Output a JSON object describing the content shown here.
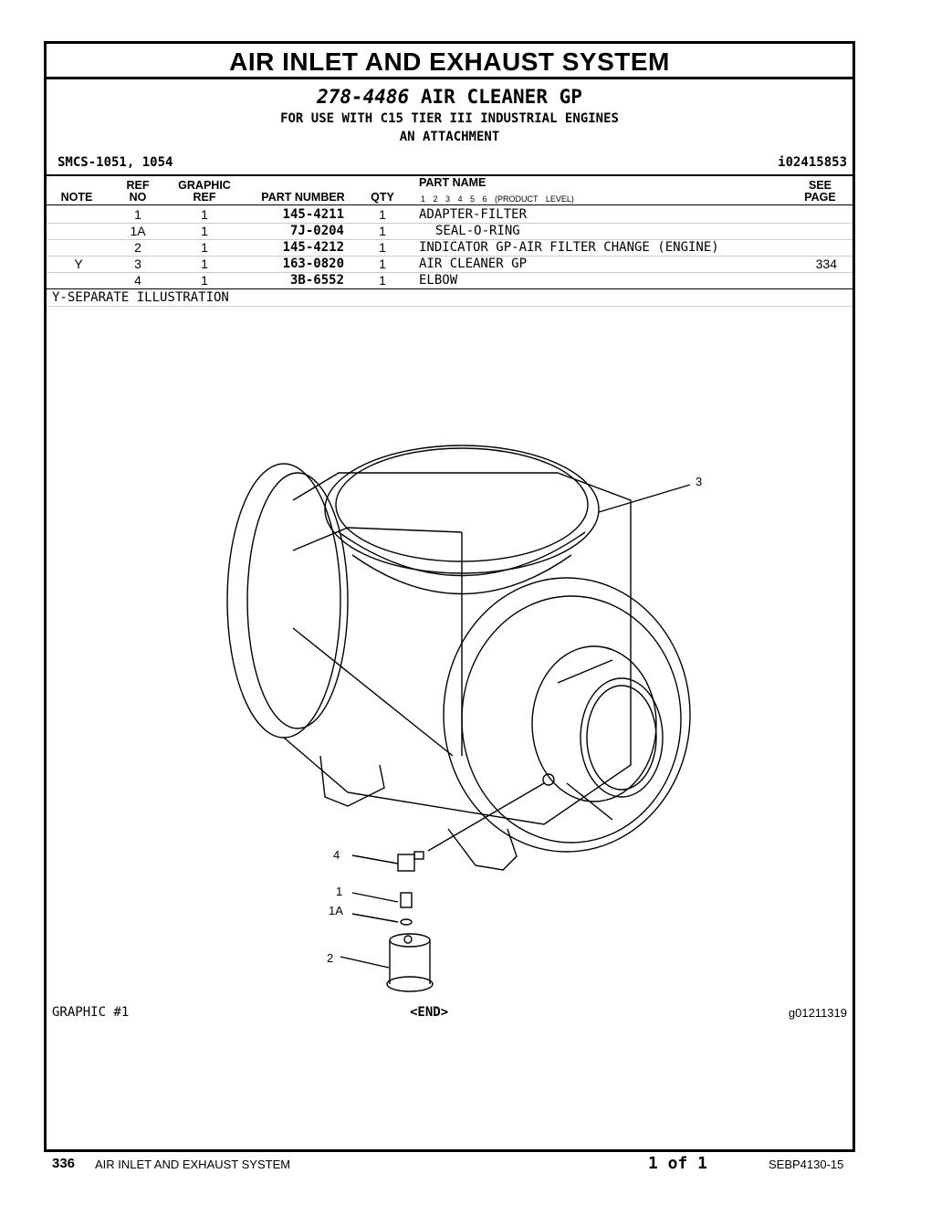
{
  "header": {
    "section_title": "AIR INLET AND EXHAUST SYSTEM",
    "group_number": "278-4486",
    "group_name": "AIR CLEANER GP",
    "usage_line": "FOR USE WITH C15 TIER III INDUSTRIAL ENGINES",
    "attachment_line": "AN ATTACHMENT",
    "smcs": "SMCS-1051, 1054",
    "info_id": "i02415853"
  },
  "table": {
    "columns": {
      "note": "NOTE",
      "ref_top": "REF",
      "ref_bottom": "NO",
      "graphic_top": "GRAPHIC",
      "graphic_bottom": "REF",
      "part_number": "PART NUMBER",
      "qty": "QTY",
      "part_name": "PART NAME",
      "levels": "1 2 3 4 5 6 (PRODUCT LEVEL)",
      "see_top": "SEE",
      "see_bottom": "PAGE"
    },
    "rows": [
      {
        "note": "",
        "ref": "1",
        "graphic": "1",
        "part_number": "145-4211",
        "qty": "1",
        "name": "ADAPTER-FILTER",
        "indent": 0,
        "see": ""
      },
      {
        "note": "",
        "ref": "1A",
        "graphic": "1",
        "part_number": "7J-0204",
        "qty": "1",
        "name": "SEAL-O-RING",
        "indent": 1,
        "see": ""
      },
      {
        "note": "",
        "ref": "2",
        "graphic": "1",
        "part_number": "145-4212",
        "qty": "1",
        "name": "INDICATOR GP-AIR FILTER CHANGE (ENGINE)",
        "indent": 0,
        "see": ""
      },
      {
        "note": "Y",
        "ref": "3",
        "graphic": "1",
        "part_number": "163-0820",
        "qty": "1",
        "name": "AIR CLEANER GP",
        "indent": 0,
        "see": "334"
      },
      {
        "note": "",
        "ref": "4",
        "graphic": "1",
        "part_number": "3B-6552",
        "qty": "1",
        "name": "ELBOW",
        "indent": 0,
        "see": ""
      }
    ],
    "note_legend": "Y-SEPARATE ILLUSTRATION"
  },
  "illustration": {
    "callouts": [
      "3",
      "4",
      "1",
      "1A",
      "2"
    ],
    "graphic_label": "GRAPHIC #1",
    "end_marker": "<END>",
    "graphic_id": "g01211319"
  },
  "footer": {
    "page_number": "336",
    "section": "AIR INLET AND EXHAUST SYSTEM",
    "page_of": "1 of 1",
    "doc_id": "SEBP4130-15"
  }
}
